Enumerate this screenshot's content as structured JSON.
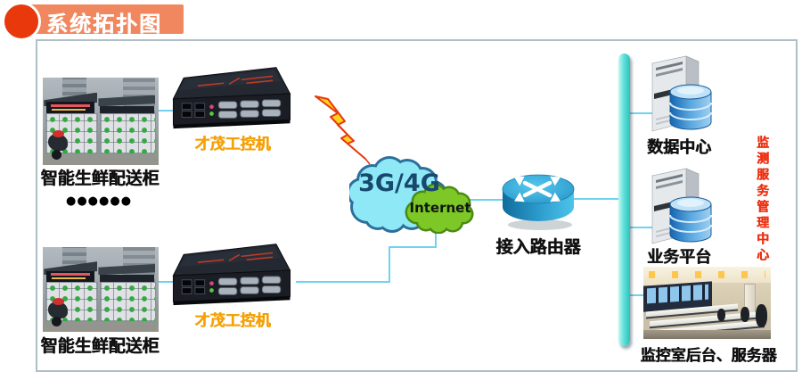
{
  "header": {
    "title": "系统拓扑图"
  },
  "diagram": {
    "cabinets": {
      "top_label": "智能生鲜配送柜",
      "bottom_label": "智能生鲜配送柜",
      "ellipsis": "●●●●●●"
    },
    "gateways": {
      "top_label": "才茂工控机",
      "bottom_label": "才茂工控机"
    },
    "network": {
      "cellular_label": "3G/4G",
      "internet_label": "Internet",
      "router_label": "接入路由器"
    },
    "center": {
      "data_center_label": "数据中心",
      "business_label": "业务平台",
      "monitor_room_label": "监控室后台、服务器",
      "vertical_title": "监测服务管理中心"
    }
  },
  "colors": {
    "accent_red": "#e8380c",
    "banner_salmon": "#f1875f",
    "wire_cyan": "#6fd2f0",
    "bus_teal": "#4fd8d0",
    "gateway_label_orange": "#f5a005",
    "vertical_text_red": "#ed2f10",
    "cellular_cloud_blue": "#8ee8f6",
    "internet_cloud_green": "#7dc726",
    "router_blue": "#2f9fd0",
    "cloud_text_navy": "#17496e"
  }
}
